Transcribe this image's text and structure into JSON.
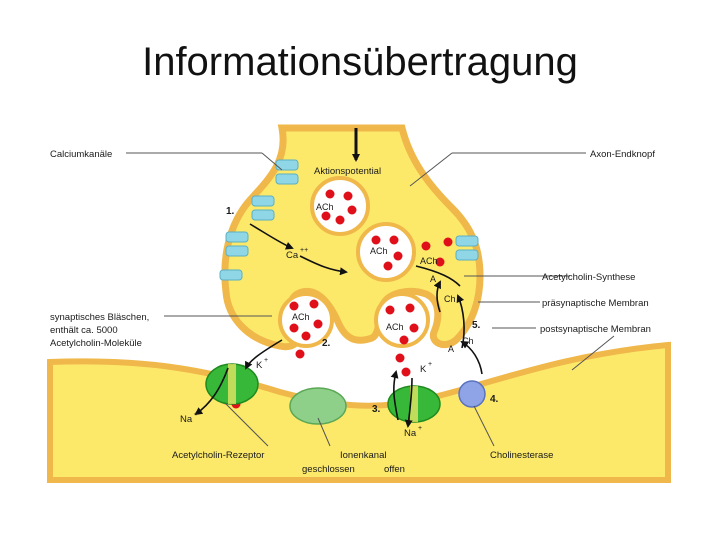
{
  "title": "Informationsübertragung",
  "labels": {
    "calciumkanaele": "Calciumkanäle",
    "axon_endknopf": "Axon-Endknopf",
    "aktionspotential": "Aktionspotential",
    "step1": "1.",
    "step2": "2.",
    "step3": "3.",
    "step4": "4.",
    "step5": "5.",
    "ca": "Ca",
    "ca_charge": "++",
    "ach": "ACh",
    "ch": "Ch",
    "a": "A",
    "k": "K",
    "na": "Na",
    "plus": "+",
    "acetylcholin_synthese": "Acetylcholin-Synthese",
    "praesynaptische_membran": "präsynaptische Membran",
    "postsynaptische_membran": "postsynaptische Membran",
    "blaeschen_line1": "synaptisches Bläschen,",
    "blaeschen_line2": "enthält ca. 5000",
    "blaeschen_line3": "Acetylcholin-Moleküle",
    "acetylcholin_rezeptor": "Acetylcholin-Rezeptor",
    "ionenkanal_line1": "Ionenkanal",
    "ionenkanal_geschlossen": "geschlossen",
    "ionenkanal_offen": "offen",
    "cholinesterase": "Cholinesterase"
  },
  "colors": {
    "cytoplasm": "#fce96a",
    "membrane": "#f0b84a",
    "vesicle_fill": "#ffffff",
    "ach_dot": "#e0101a",
    "channel": "#8fd6e6",
    "receptor": "#38b838",
    "receptor_closed": "#8ed08a",
    "enzyme": "#8ea4e6",
    "arrow": "#111111",
    "leader_line": "#555555"
  }
}
